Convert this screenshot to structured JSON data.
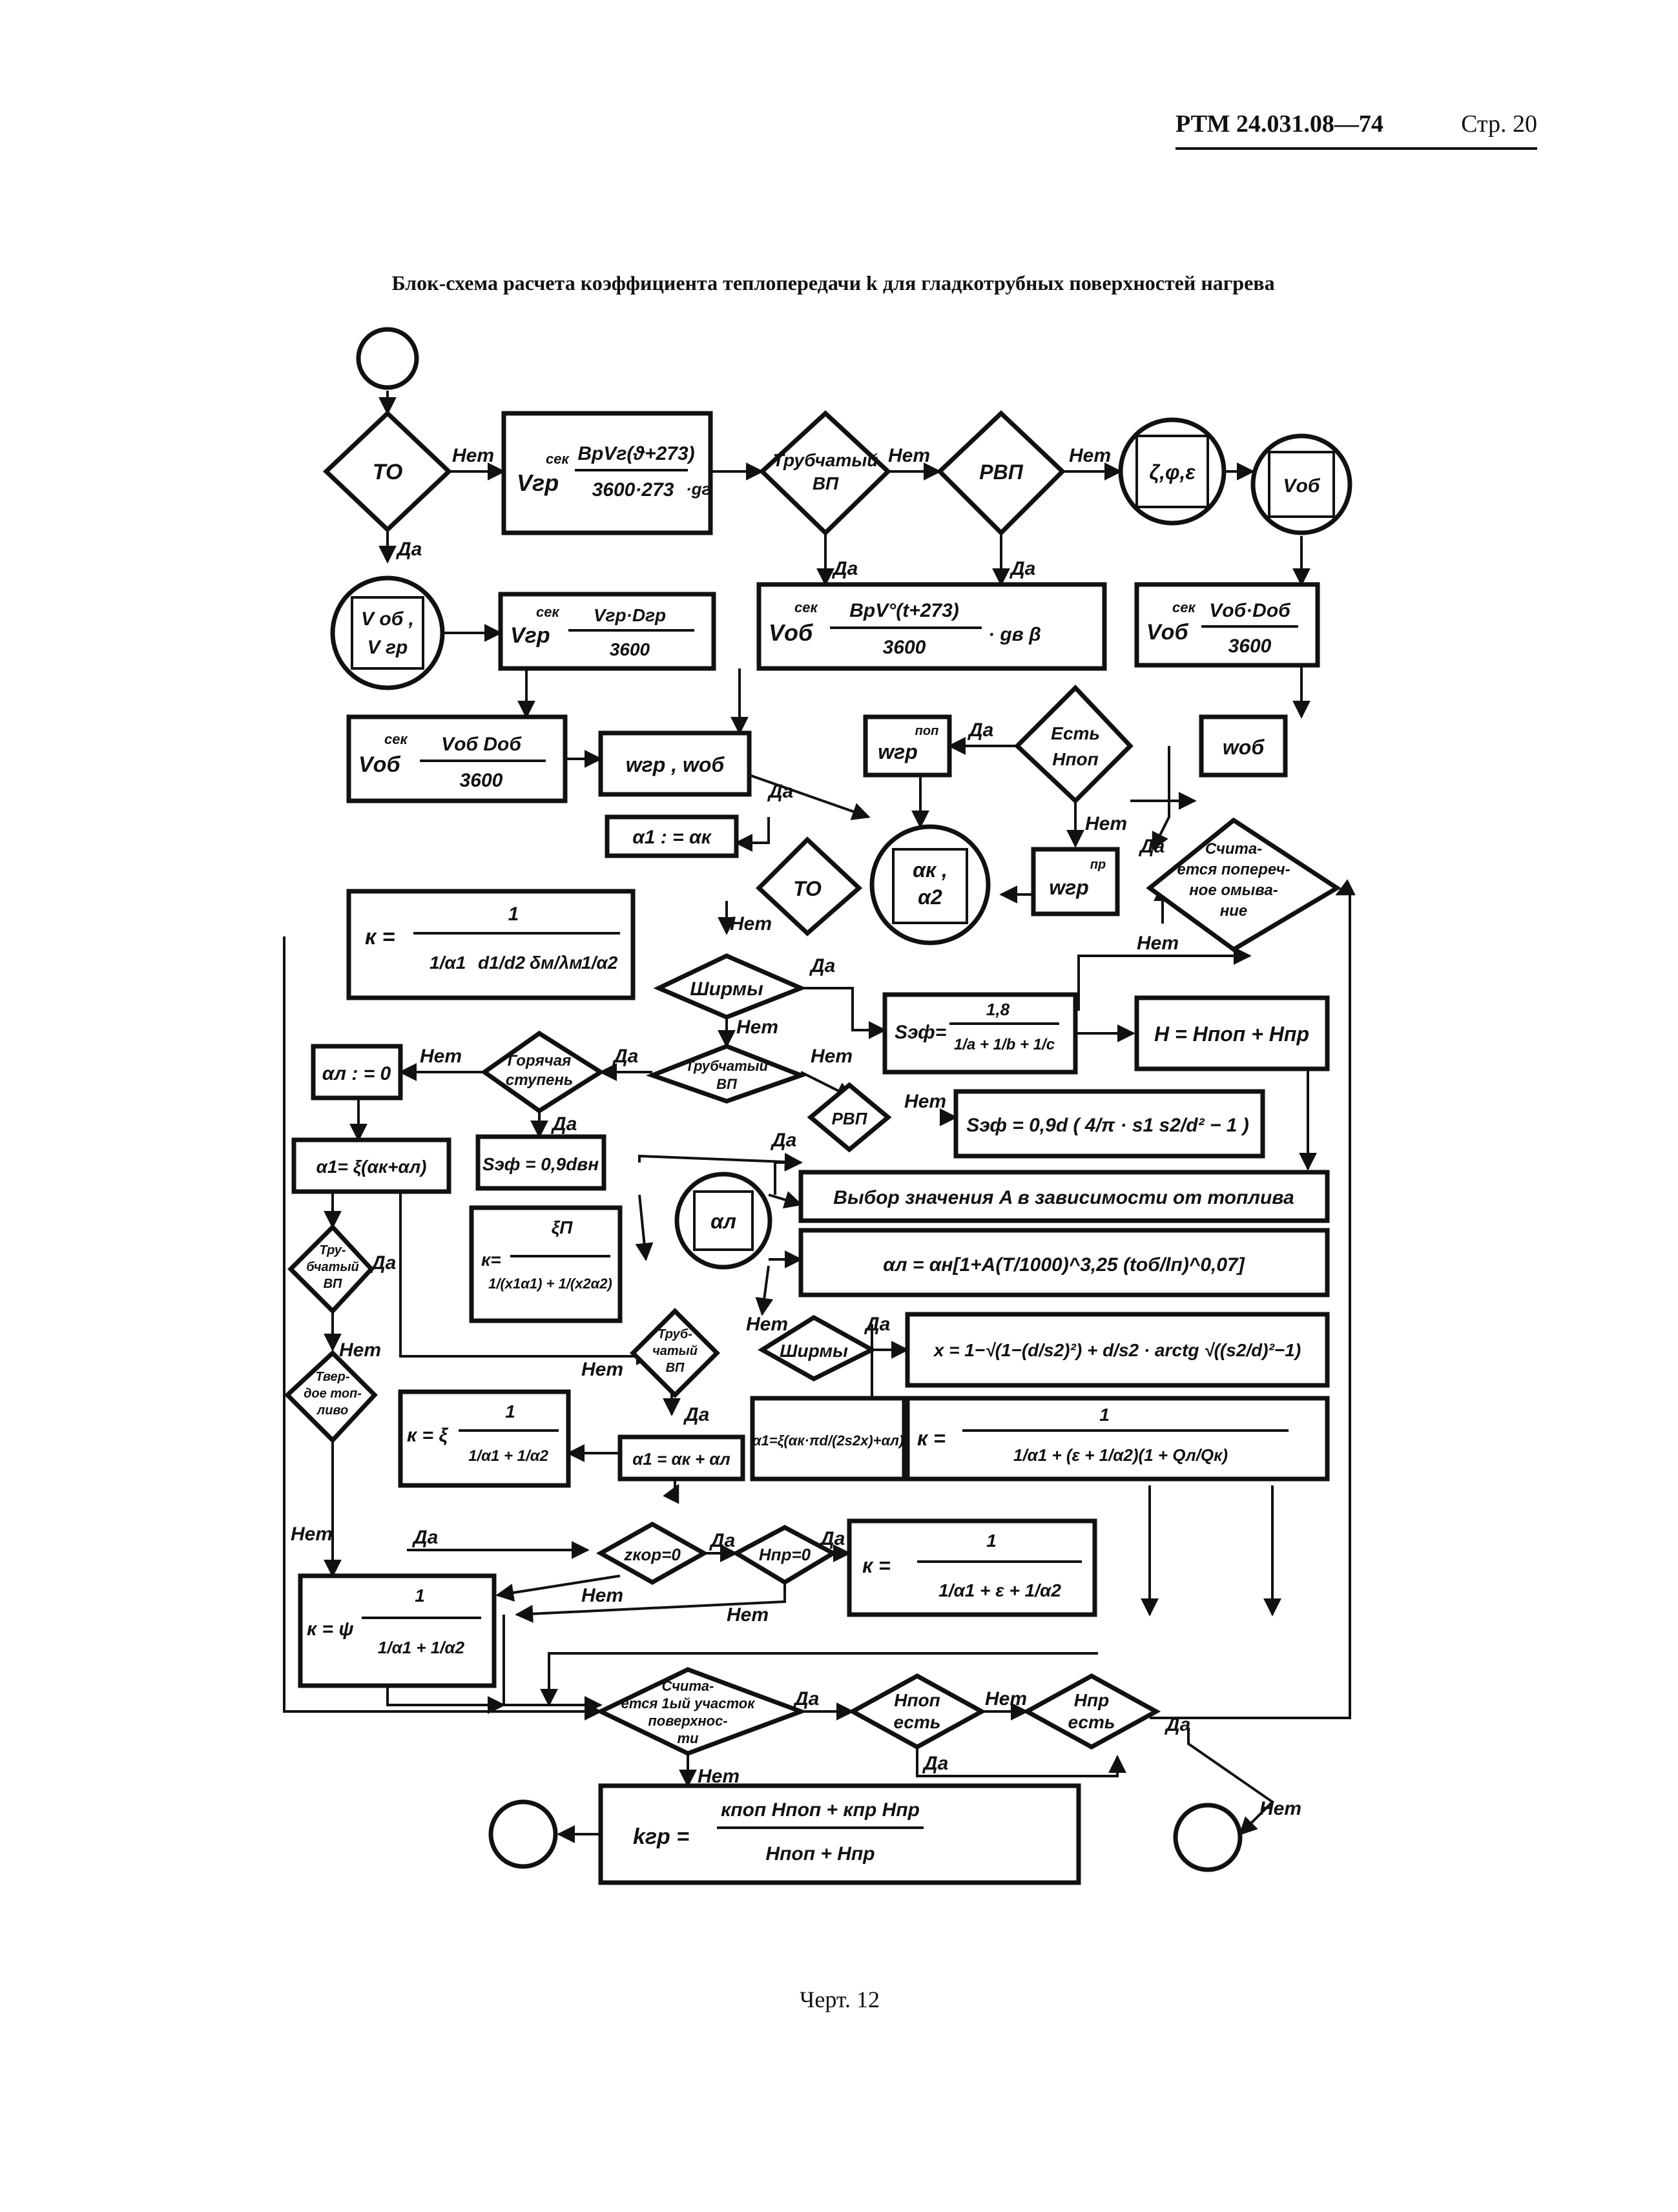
{
  "header": {
    "doc_number": "РТМ 24.031.08—74",
    "page": "Стр. 20"
  },
  "title": "Блок-схема расчета коэффициента теплопередачи k для гладкотрубных поверхностей нагрева",
  "caption": "Черт. 12",
  "labels": {
    "yes": "Да",
    "no": "Нет"
  },
  "decisions": {
    "to_top": "TO",
    "tubular_vp_top": [
      "Трубчатый",
      "ВП"
    ],
    "rvp_top": "РВП",
    "is_hpop": [
      "Есть",
      "Hпоп"
    ],
    "cross_flow": [
      "Счита-",
      "ется попереч-",
      "ное омыва-",
      "ние"
    ],
    "to_mid": "TO",
    "shirmy_mid": "Ширмы",
    "hot_stage": [
      "Горячая",
      "ступень"
    ],
    "tubular_vp_mid": [
      "Трубчатый",
      "ВП"
    ],
    "rvp_mid": "РВП",
    "tubular_vp_left": [
      "Тру-",
      "бчатый",
      "ВП"
    ],
    "solid_fuel": [
      "Твер-",
      "дое топ-",
      "ливо"
    ],
    "tubular_vp_center": [
      "Труб-",
      "чатый",
      "ВП"
    ],
    "shirmy_low": "Ширмы",
    "zkor": "zкор=0",
    "hpr0": "Hпр=0",
    "first_section": [
      "Счита-",
      "ется 1ый участок",
      "поверхнос-",
      "ти"
    ],
    "hpop_exists": [
      "Hпоп",
      "есть"
    ],
    "hpr_exists": [
      "Hпр",
      "есть"
    ]
  },
  "io": {
    "vob_vgr": [
      "V об ,",
      "V гр"
    ],
    "zeta_phi_eps": "ζ,φ,ε",
    "vob": "Vоб",
    "alpha_k_2": [
      "αк ,",
      "α2"
    ],
    "alpha_l": "αл"
  },
  "blocks": {
    "vgr_sec_1": {
      "lhs": "Vгр",
      "sup": "сек",
      "num": "BpVг(ϑ+273)",
      "den": "3600·273",
      "tail": "·gг"
    },
    "vob_sec_1": {
      "lhs": "Vоб",
      "sup": "сек",
      "num": "BpV°(t+273)",
      "den": "3600",
      "tail": "· gв β"
    },
    "vob_sec_2": {
      "lhs": "Vоб",
      "sup": "сек",
      "num": "Vоб·Dоб",
      "den": "3600"
    },
    "vgr_sec_2": {
      "lhs": "Vгр",
      "sup": "сек",
      "num": "Vгр·Dгр",
      "den": "3600"
    },
    "vob_sec_3": {
      "lhs": "Vоб",
      "sup": "сек",
      "num": "Vоб Dоб",
      "den": "3600"
    },
    "w_gr_ob": "wгр , wоб",
    "w_gr_pop": {
      "base": "wгр",
      "sup": "поп"
    },
    "w_ob": "wоб",
    "w_gr_pr": {
      "base": "wгр",
      "sup": "пр"
    },
    "alpha1_eq_k": "α1 : = αк",
    "k_main": {
      "lhs": "к =",
      "num": "1",
      "t1": "1/α1",
      "t2": "d1/d2",
      "t3": "δм/λм",
      "t4": "1/α2"
    },
    "s_ef_1": {
      "lhs": "Sэф=",
      "num": "1,8",
      "den": "1/a + 1/b + 1/c"
    },
    "h_sum": "H = Hпоп + Hпр",
    "alpha_l_zero": "αл : = 0",
    "s_ef_2": "Sэф = 0,9d ( 4/π · s1 s2/d² − 1 )",
    "alpha1_xi": "α1= ξ(αк+αл)",
    "s_ef_3": "Sэф = 0,9dвн",
    "choose_a": "Выбор значения A в зависимости от топлива",
    "k_xi": {
      "lhs": "к=",
      "num": "ξΠ",
      "den": "1/(x1α1) + 1/(x2α2)"
    },
    "alpha_l_formula": "αл = αн[1+A(T/1000)^3,25 (tоб/lп)^0,07]",
    "x_formula": "x = 1−√(1−(d/s2)²) + d/s2 · arctg √((s2/d)²−1)",
    "alpha1_xi_pi": "α1=ξ(αк·πd/(2s2x)+αл)",
    "k_eps": {
      "lhs": "к =",
      "num": "1",
      "den": "1/α1 + (ε + 1/α2)(1 + Qл/Qк)"
    },
    "k_xi_2": {
      "lhs": "к = ξ",
      "num": "1",
      "den": "1/α1 + 1/α2"
    },
    "alpha1_sum": "α1 = αк + αл",
    "k_psi": {
      "lhs": "к = ψ",
      "num": "1",
      "den": "1/α1 + 1/α2"
    },
    "k_eps_2": {
      "lhs": "к =",
      "num": "1",
      "den": "1/α1 + ε + 1/α2"
    },
    "k_gr": {
      "lhs": "kгр =",
      "num": "кпоп Hпоп + кпр Hпр",
      "den": "Hпоп + Hпр"
    }
  }
}
